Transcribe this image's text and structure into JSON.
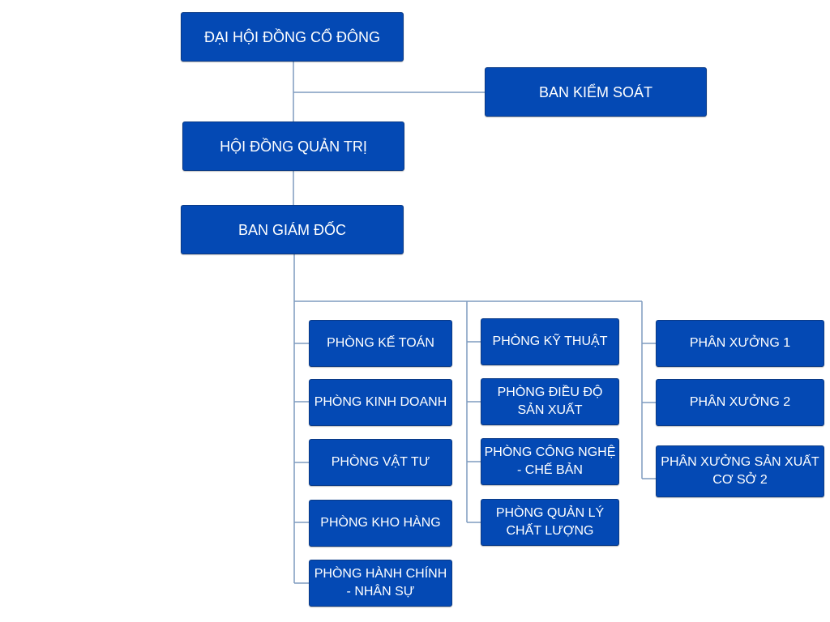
{
  "colors": {
    "box_fill": "#0449b4",
    "connector": "#7f9bbf",
    "text": "#ffffff"
  },
  "nodes": {
    "shareholders": "ĐẠI HỘI ĐỒNG CỔ ĐÔNG",
    "supervisory": "BAN KIỂM SOÁT",
    "board": "HỘI ĐỒNG QUẢN TRỊ",
    "directors": "BAN GIÁM ĐỐC",
    "col1": [
      "PHÒNG KẾ TOÁN",
      "PHÒNG KINH DOANH",
      "PHÒNG VẬT TƯ",
      "PHÒNG KHO HÀNG",
      "PHÒNG HÀNH CHÍNH\n- NHÂN SỰ"
    ],
    "col2": [
      "PHÒNG KỸ THUẬT",
      "PHÒNG ĐIỀU ĐỘ\nSẢN XUẤT",
      "PHÒNG CÔNG NGHỆ\n- CHẾ BẢN",
      "PHÒNG QUẢN LÝ\nCHẤT LƯỢNG"
    ],
    "col3": [
      "PHÂN XƯỞNG 1",
      "PHÂN XƯỞNG 2",
      "PHÂN XƯỞNG SẢN XUẤT\nCƠ SỞ 2"
    ]
  }
}
